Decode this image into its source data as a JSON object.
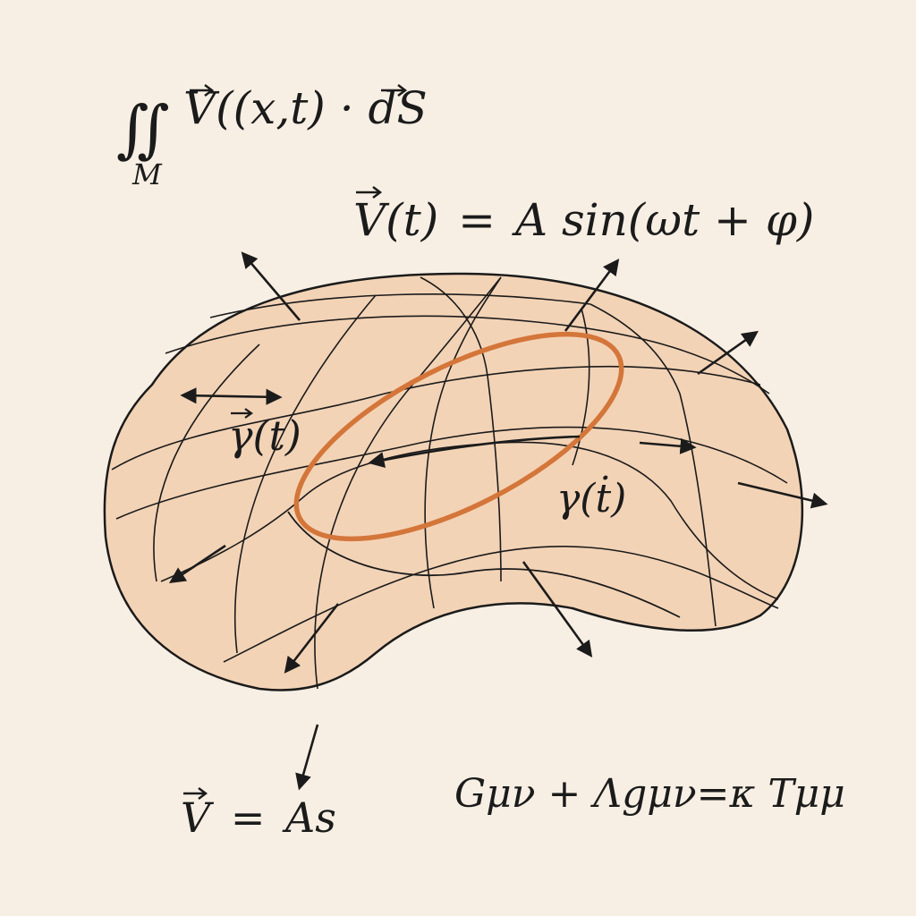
{
  "formulas": {
    "flux_integral": {
      "integrand": "V((x,t) · dS",
      "domain": "M"
    },
    "oscillation": {
      "lhs": "V(t)",
      "op": "=",
      "rhs": "A sin(ωt + φ)"
    },
    "velocity_short": {
      "lhs": "V",
      "op": "=",
      "rhs": "As"
    },
    "einstein": "Gμν + Λgμν=κ Tμμ"
  },
  "labels": {
    "gamma_bar": "γ(t)",
    "gamma_dot": "γ(ṫ)"
  },
  "colors": {
    "background": "#f8efe4",
    "surface_fill": "#f3d3b6",
    "line": "#1b1b1b",
    "loop": "#d4763a"
  }
}
